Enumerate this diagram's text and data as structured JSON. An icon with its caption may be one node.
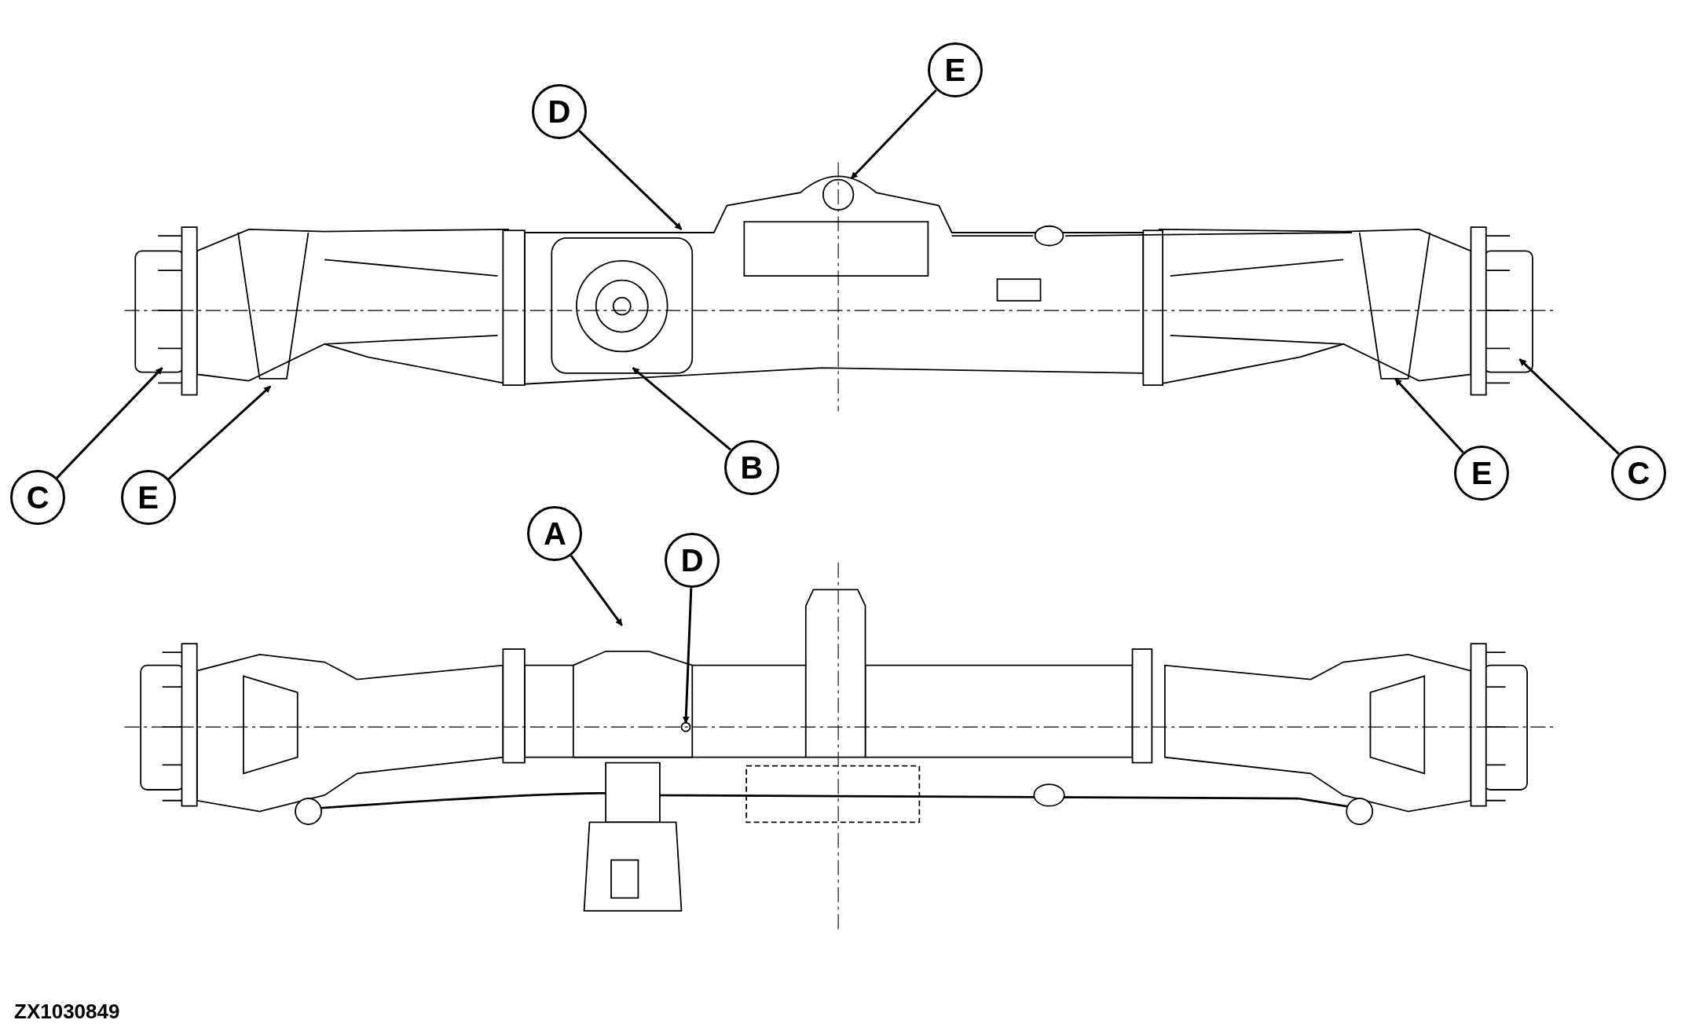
{
  "diagram": {
    "nodes": [
      {
        "text": [
          "E"
        ]
      },
      {
        "text": [
          "D"
        ]
      },
      {
        "text": [
          "C"
        ]
      },
      {
        "text": [
          "E"
        ]
      },
      {
        "text": [
          "B"
        ]
      },
      {
        "text": [
          "E"
        ]
      },
      {
        "text": [
          "C"
        ]
      },
      {
        "text": [
          "A"
        ]
      },
      {
        "text": [
          "D"
        ]
      }
    ],
    "edges": [
      {
        "from": 0,
        "to": null,
        "arrow": "to"
      },
      {
        "from": 1,
        "to": null,
        "arrow": "to"
      },
      {
        "from": 2,
        "to": null,
        "arrow": "to"
      },
      {
        "from": 3,
        "to": null,
        "arrow": "to"
      },
      {
        "from": 4,
        "to": null,
        "arrow": "to"
      },
      {
        "from": 5,
        "to": null,
        "arrow": "to"
      },
      {
        "from": 6,
        "to": null,
        "arrow": "to"
      },
      {
        "from": 7,
        "to": null,
        "arrow": "to"
      },
      {
        "from": 8,
        "to": null,
        "arrow": "to"
      }
    ],
    "labels": [
      "ZX1030849"
    ]
  }
}
